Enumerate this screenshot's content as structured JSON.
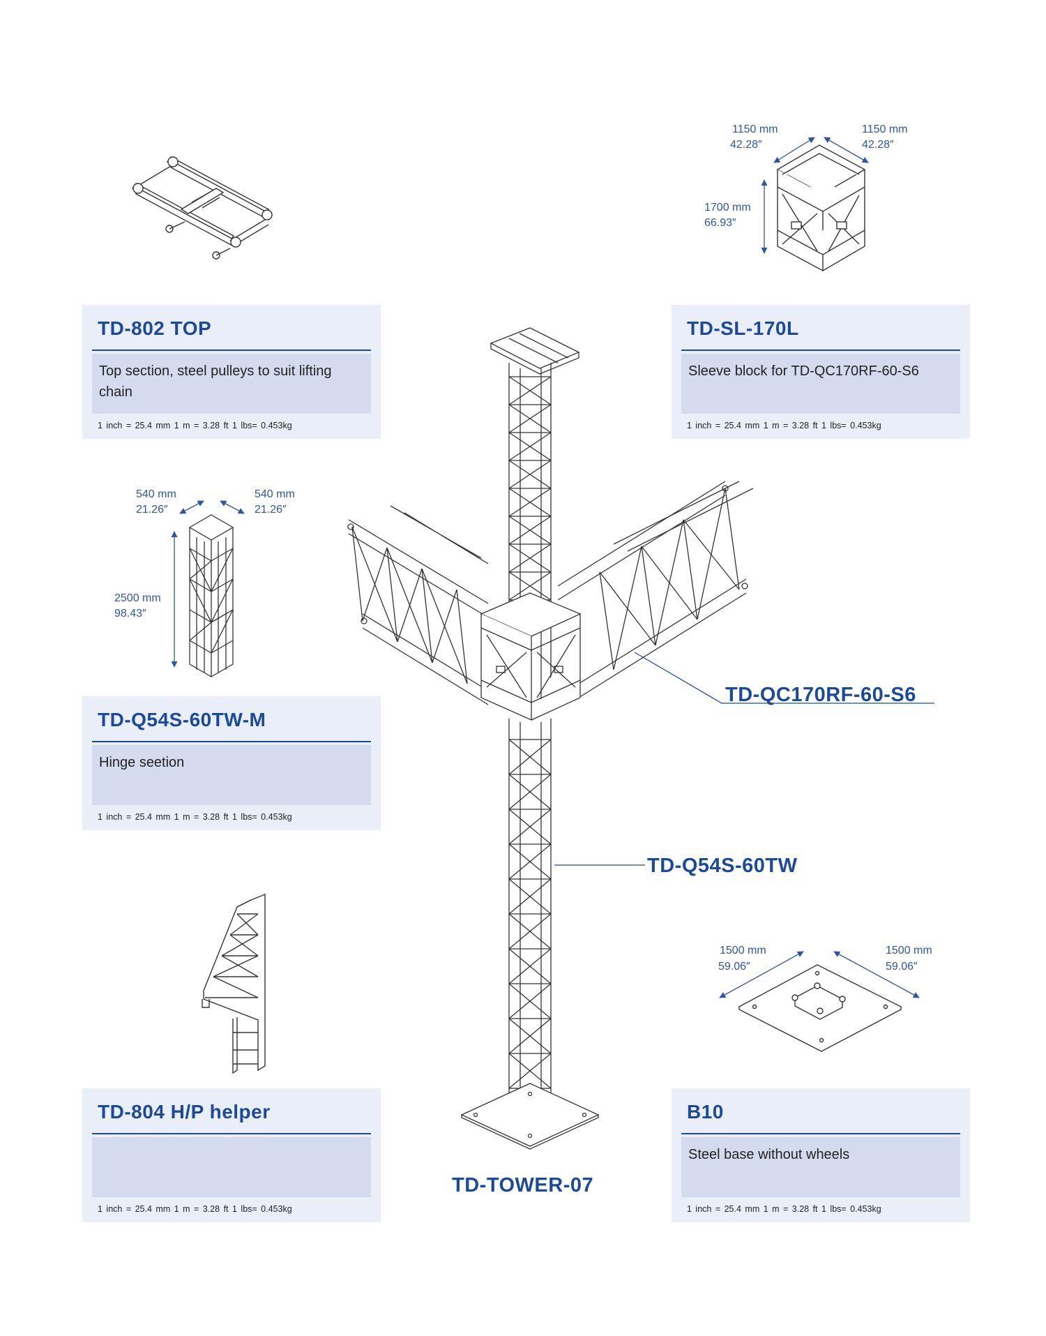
{
  "cards": [
    {
      "id": "td-802-top",
      "title": "TD-802 TOP",
      "desc": "Top section, steel pulleys to suit lifting chain",
      "units": "1 inch = 25.4 mm    1 m = 3.28 ft    1 lbs= 0.453kg"
    },
    {
      "id": "td-sl-170l",
      "title": "TD-SL-170L",
      "desc": "Sleeve block for TD-QC170RF-60-S6",
      "units": "1 inch = 25.4 mm    1 m = 3.28 ft    1 lbs= 0.453kg"
    },
    {
      "id": "td-q54s-60tw-m",
      "title": "TD-Q54S-60TW-M",
      "desc": "Hinge seetion",
      "units": "1 inch = 25.4 mm    1 m = 3.28 ft    1 lbs= 0.453kg"
    },
    {
      "id": "td-804",
      "title": "TD-804 H/P helper",
      "desc": "",
      "units": "1 inch = 25.4 mm    1 m = 3.28 ft    1 lbs= 0.453kg"
    },
    {
      "id": "b10",
      "title": "B10",
      "desc": "Steel base without wheels",
      "units": "1 inch = 25.4 mm    1 m = 3.28 ft    1 lbs= 0.453kg"
    }
  ],
  "callouts": {
    "qc170": "TD-QC170RF-60-S6",
    "q54s": "TD-Q54S-60TW",
    "tower": "TD-TOWER-07"
  },
  "dims": {
    "sleeve_w_mm": "1150 mm",
    "sleeve_w_in": "42.28″",
    "sleeve_d_mm": "1150 mm",
    "sleeve_d_in": "42.28″",
    "sleeve_h_mm": "1700 mm",
    "sleeve_h_in": "66.93″",
    "hinge_w_mm": "540 mm",
    "hinge_w_in": "21.26″",
    "hinge_d_mm": "540 mm",
    "hinge_d_in": "21.26″",
    "hinge_h_mm": "2500 mm",
    "hinge_h_in": "98.43″",
    "base_w_mm": "1500 mm",
    "base_w_in": "59.06″",
    "base_d_mm": "1500 mm",
    "base_d_in": "59.06″"
  },
  "colors": {
    "accent": "#1b4a9a",
    "card_bg": "#e9eef8",
    "desc_bg": "#d5dbee"
  }
}
